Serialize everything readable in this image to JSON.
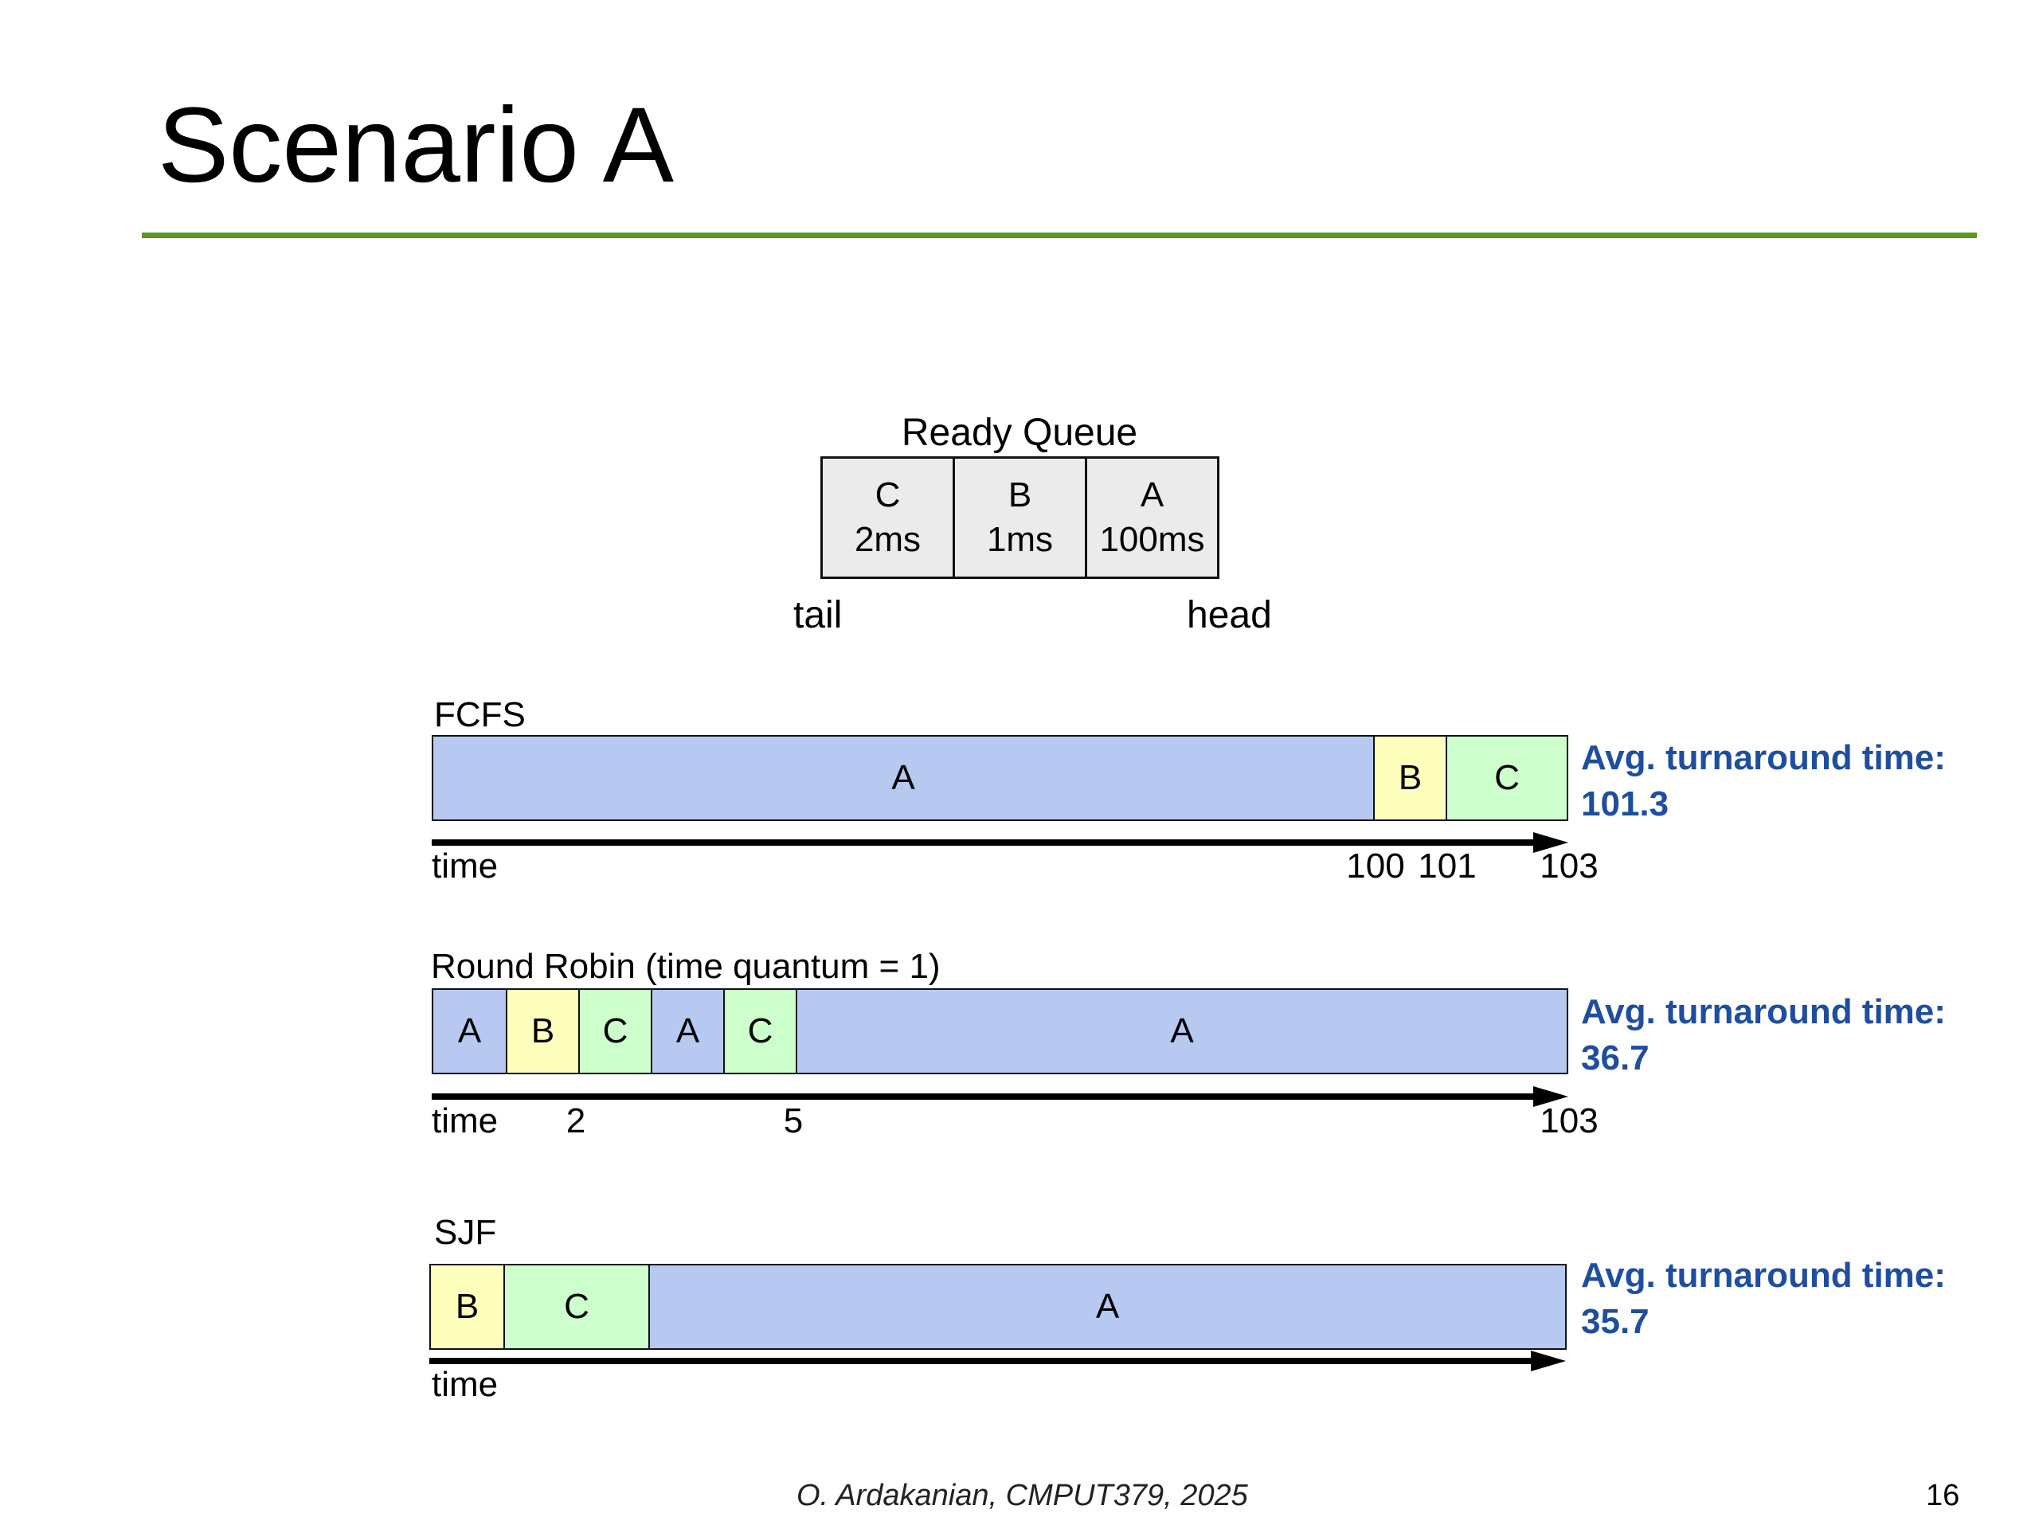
{
  "title": "Scenario A",
  "ready_queue": {
    "title": "Ready Queue",
    "items": [
      {
        "name": "C",
        "burst": "2ms"
      },
      {
        "name": "B",
        "burst": "1ms"
      },
      {
        "name": "A",
        "burst": "100ms"
      }
    ],
    "tail_label": "tail",
    "head_label": "head"
  },
  "schedules": {
    "fcfs": {
      "label": "FCFS",
      "segments": [
        {
          "name": "A",
          "start": 0,
          "end": 100
        },
        {
          "name": "B",
          "start": 100,
          "end": 101
        },
        {
          "name": "C",
          "start": 101,
          "end": 103
        }
      ],
      "time_label": "time",
      "ticks": [
        "100",
        "101",
        "103"
      ],
      "avg_label": "Avg. turnaround time:",
      "avg_value": "101.3"
    },
    "rr": {
      "label": "Round Robin (time quantum = 1)",
      "segments": [
        {
          "name": "A",
          "start": 0,
          "end": 1
        },
        {
          "name": "B",
          "start": 1,
          "end": 2
        },
        {
          "name": "C",
          "start": 2,
          "end": 3
        },
        {
          "name": "A",
          "start": 3,
          "end": 4
        },
        {
          "name": "C",
          "start": 4,
          "end": 5
        },
        {
          "name": "A",
          "start": 5,
          "end": 103
        }
      ],
      "time_label": "time",
      "ticks": [
        "2",
        "5",
        "103"
      ],
      "avg_label": "Avg. turnaround time:",
      "avg_value": "36.7"
    },
    "sjf": {
      "label": "SJF",
      "segments": [
        {
          "name": "B",
          "start": 0,
          "end": 1
        },
        {
          "name": "C",
          "start": 1,
          "end": 3
        },
        {
          "name": "A",
          "start": 3,
          "end": 103
        }
      ],
      "time_label": "time",
      "avg_label": "Avg. turnaround time:",
      "avg_value": "35.7"
    }
  },
  "footer": "O. Ardakanian, CMPUT379, 2025",
  "page_number": "16",
  "colors": {
    "A": "#b7c9f0",
    "B": "#ffffbd",
    "C": "#ccffcc",
    "accent_rule": "#5a9a1c",
    "avg_text": "#1f4e9e"
  }
}
